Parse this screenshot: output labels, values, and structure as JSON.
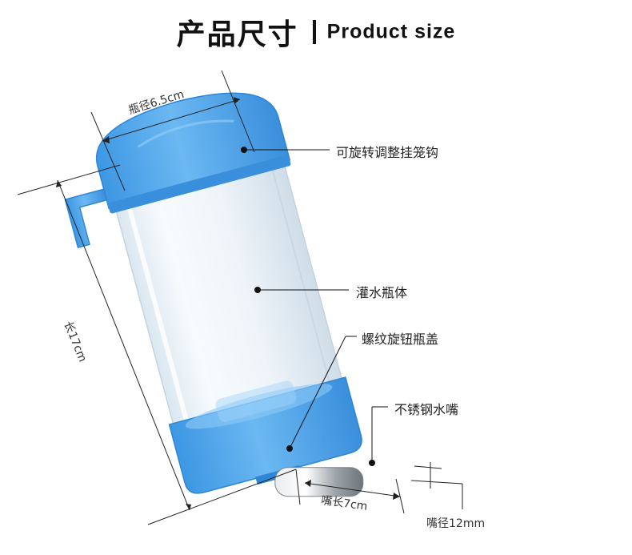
{
  "title": {
    "cn": "产品尺寸",
    "en": "Product size"
  },
  "labels": {
    "hook": "可旋转调整挂笼钩",
    "bottle": "灌水瓶体",
    "cap": "螺纹旋钮瓶盖",
    "nozzle": "不锈钢水嘴"
  },
  "dimensions": {
    "diameter": "瓶径6.5cm",
    "length": "长17cm",
    "nozzle_length": "嘴长7cm",
    "nozzle_diameter": "嘴径12mm"
  },
  "colors": {
    "cap_blue": "#4aa3ea",
    "cap_dark": "#2f86d4",
    "bottle_clear": "#e9f1f7",
    "steel": "#b9bfc4"
  }
}
